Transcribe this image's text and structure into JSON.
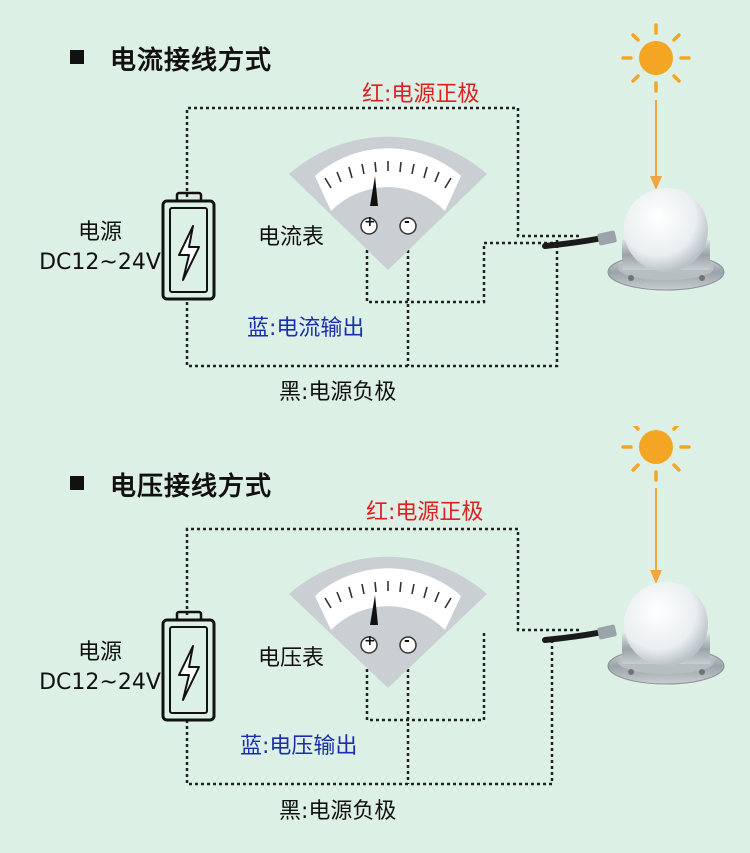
{
  "sections": [
    {
      "title": "电流接线方式",
      "red_label": "红:电源正极",
      "blue_label": "蓝:电流输出",
      "black_label": "黑:电源负极",
      "meter_label": "电流表",
      "power_label_line1": "电源",
      "power_label_line2": "DC12~24V",
      "meter_plus": "+",
      "meter_minus": "-"
    },
    {
      "title": "电压接线方式",
      "red_label": "红:电源正极",
      "blue_label": "蓝:电压输出",
      "black_label": "黑:电源负极",
      "meter_label": "电压表",
      "power_label_line1": "电源",
      "power_label_line2": "DC12~24V",
      "meter_plus": "+",
      "meter_minus": "-"
    }
  ],
  "colors": {
    "background": "#ddf0e6",
    "red": "#e02020",
    "blue": "#1a2fb0",
    "sun": "#f5a524"
  },
  "icons": [
    "sun-icon",
    "battery-icon",
    "lightning-icon",
    "meter-icon",
    "light-sensor-icon"
  ]
}
